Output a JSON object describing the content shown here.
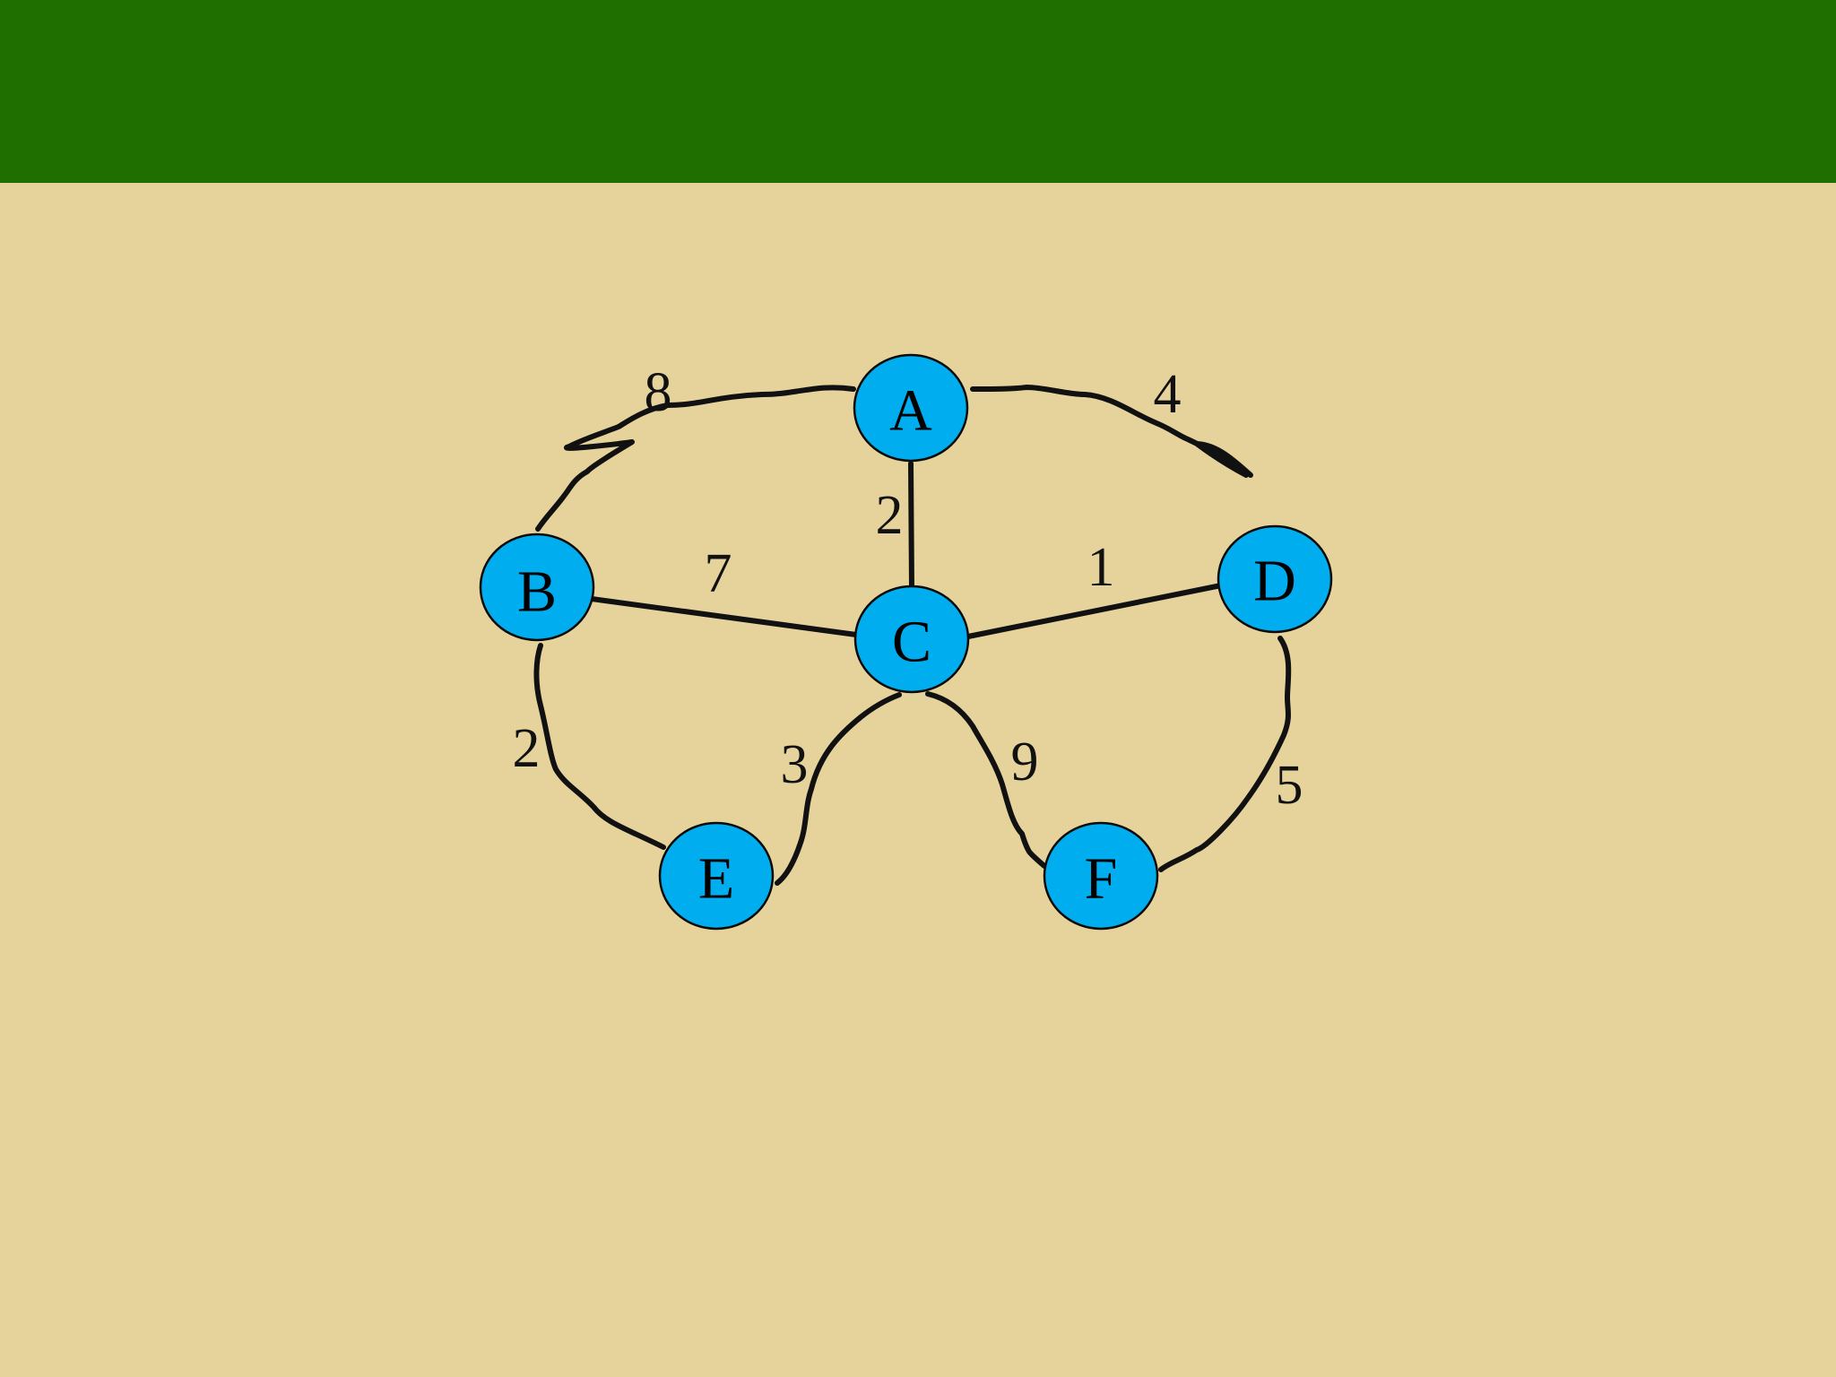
{
  "colors": {
    "header": "#1E6E00",
    "background": "#E6D39C",
    "node_fill": "#00AEEF",
    "edge": "#111111"
  },
  "graph": {
    "nodes": [
      {
        "id": "A",
        "label": "A"
      },
      {
        "id": "B",
        "label": "B"
      },
      {
        "id": "C",
        "label": "C"
      },
      {
        "id": "D",
        "label": "D"
      },
      {
        "id": "E",
        "label": "E"
      },
      {
        "id": "F",
        "label": "F"
      }
    ],
    "edges": [
      {
        "from": "A",
        "to": "B",
        "weight": "8"
      },
      {
        "from": "A",
        "to": "D",
        "weight": "4"
      },
      {
        "from": "A",
        "to": "C",
        "weight": "2"
      },
      {
        "from": "B",
        "to": "C",
        "weight": "7"
      },
      {
        "from": "C",
        "to": "D",
        "weight": "1"
      },
      {
        "from": "B",
        "to": "E",
        "weight": "2"
      },
      {
        "from": "C",
        "to": "E",
        "weight": "3"
      },
      {
        "from": "C",
        "to": "F",
        "weight": "9"
      },
      {
        "from": "D",
        "to": "F",
        "weight": "5"
      }
    ]
  }
}
